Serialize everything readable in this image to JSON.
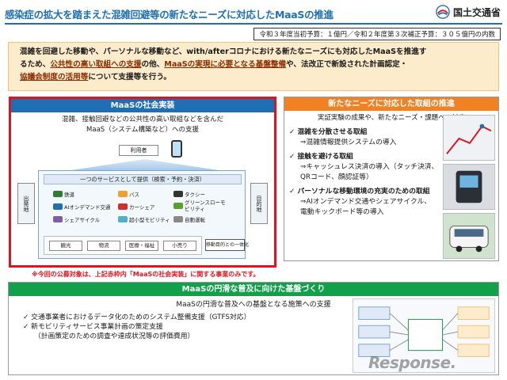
{
  "header": {
    "title": "感染症の拡大を踏まえた混雑回避等の新たなニーズに対応したMaaSの推進",
    "ministry": "国土交通省",
    "budget": "令和３年度当初予算：１億円／令和２年度第３次補正予算：３０５億円の内数"
  },
  "summary": {
    "line1": "混雑を回避した移動や、パーソナルな移動など、with/afterコロナにおける新たなニーズにも対応したMaaSを推進す",
    "line2a": "るため、",
    "line2b": "公共性の高い取組への支援",
    "line2c": "の他、",
    "line2d": "MaaSの実現に必要となる基盤整備",
    "line2e": "や、法改正で新設された計画認定・",
    "line3a": "協議会制度の活用等",
    "line3b": "について支援等を行う。"
  },
  "left_panel": {
    "title": "MaaSの社会実装",
    "sub1": "混雑、接触回避などの公共性の高い取組などを含んだ",
    "sub2": "MaaS（システム構築など）への支援",
    "user": "利用者",
    "service_head": "一つのサービスとして提供（検索・予約・決済）",
    "origin": "出発地",
    "destination": "目的地",
    "modes": [
      "鉄道",
      "バス",
      "タクシー",
      "AIオンデマンド交通",
      "カーシェア",
      "グリーンスローモビリティ",
      "シェアサイクル",
      "超小型モビリティ",
      "自動運転"
    ],
    "areas": [
      "観光",
      "物流",
      "医療・福祉",
      "小売り"
    ],
    "integration": "移動目的との一体化"
  },
  "right_panel": {
    "title": "新たなニーズに対応した取組の推進",
    "sub": "実証実験の成果や、新たなニーズ・課題への対応",
    "items": [
      {
        "head": "混雑を分散させる取組",
        "sub": [
          "⇒混雑情報提供システムの導入"
        ]
      },
      {
        "head": "接触を避ける取組",
        "sub": [
          "⇒キャッシュレス決済の導入（タッチ決済、",
          "QRコード、顔認証等）"
        ]
      },
      {
        "head": "パーソナルな移動環境の充実のための取組",
        "sub": [
          "⇒AIオンデマンド交通やシェアサイクル、",
          "電動キックボード等の導入"
        ]
      }
    ]
  },
  "notice": "※今回の公募対象は、上記赤枠内「MaaSの社会実装」に関する事業のみです。",
  "bottom_panel": {
    "title": "MaaSの円滑な普及に向けた基盤づくり",
    "sub": "MaaSの円滑な普及への基盤となる施策への支援",
    "items": [
      {
        "head": "交通事業者におけるデータ化のためのシステム整備支援（GTFS対応）",
        "sub": []
      },
      {
        "head": "新モビリティサービス事業計画の策定支援",
        "sub": [
          "（計画策定のための調査や達成状況等の評価費用）"
        ]
      }
    ]
  },
  "check_mark": "✓",
  "watermark": "Response.",
  "colors": {
    "blue": "#1f6fb4",
    "orange": "#f08223",
    "green": "#13a04a",
    "red": "#e0141e"
  }
}
